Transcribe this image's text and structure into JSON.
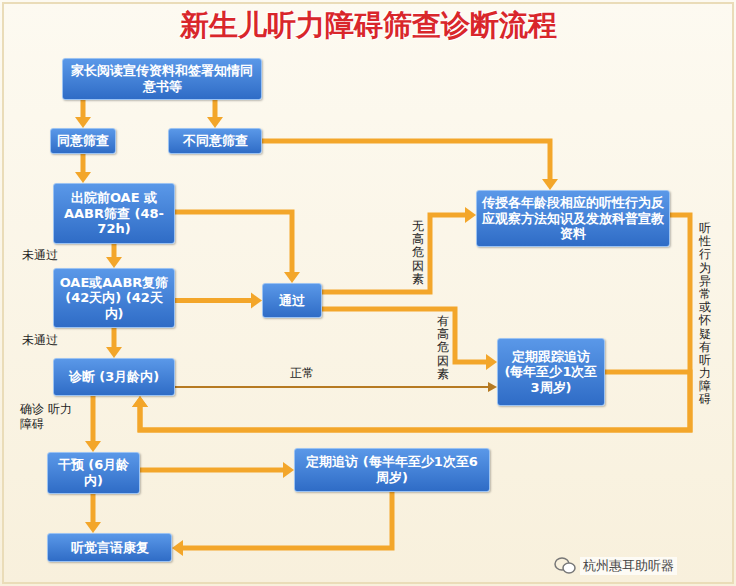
{
  "diagram": {
    "title": "新生儿听力障碍筛查诊断流程",
    "nodes": [
      {
        "text": [
          "家长阅读宣传资料和签署知情同意书等"
        ]
      },
      {
        "text": [
          "同意筛查"
        ]
      },
      {
        "text": [
          "不同意筛查"
        ]
      },
      {
        "text": [
          "出院前OAE 或AABR筛查 (48-72h)"
        ]
      },
      {
        "text": [
          "传授各年龄段相应的听性行为反应观察方法知识及发放科普宣教资料"
        ]
      },
      {
        "text": [
          "OAE或AABR复筛 (42天内) (42天内)"
        ]
      },
      {
        "text": [
          "通过"
        ]
      },
      {
        "text": [
          "诊断 (3月龄内)"
        ]
      },
      {
        "text": [
          "定期跟踪追访 (每年至少1次至3周岁)"
        ]
      },
      {
        "text": [
          "干预 (6月龄内)"
        ]
      },
      {
        "text": [
          "定期追访 (每半年至少1次至6周岁)"
        ]
      },
      {
        "text": [
          "听觉言语康复"
        ]
      }
    ],
    "edges": [
      {
        "from": 0,
        "to": 1,
        "arrow": "to"
      },
      {
        "from": 0,
        "to": 2,
        "arrow": "to"
      },
      {
        "from": 1,
        "to": 3,
        "arrow": "to"
      },
      {
        "from": 3,
        "to": 5,
        "arrow": "to",
        "label": "未通过"
      },
      {
        "from": 3,
        "to": 6,
        "arrow": "to"
      },
      {
        "from": 5,
        "to": 6,
        "arrow": "to"
      },
      {
        "from": 5,
        "to": 7,
        "arrow": "to",
        "label": "未通过"
      },
      {
        "from": 7,
        "to": 9,
        "arrow": "to",
        "label": "确诊 听力障碍"
      },
      {
        "from": 6,
        "to": 4,
        "arrow": "to",
        "label": "无高危因素"
      },
      {
        "from": 6,
        "to": 8,
        "arrow": "to",
        "label": "有高危因素"
      },
      {
        "from": 2,
        "to": 4,
        "arrow": "to"
      },
      {
        "from": 7,
        "to": 8,
        "arrow": "to",
        "label": "正常"
      },
      {
        "from": 4,
        "to": 7,
        "arrow": "to",
        "label": "听性行为异常或怀疑有听力障碍"
      },
      {
        "from": 8,
        "to": 7,
        "arrow": "to"
      },
      {
        "from": 9,
        "to": 10,
        "arrow": "to"
      },
      {
        "from": 10,
        "to": 11,
        "arrow": "to"
      },
      {
        "from": 9,
        "to": 11,
        "arrow": "to"
      }
    ],
    "labels": [
      "杭州惠耳助听器"
    ]
  }
}
